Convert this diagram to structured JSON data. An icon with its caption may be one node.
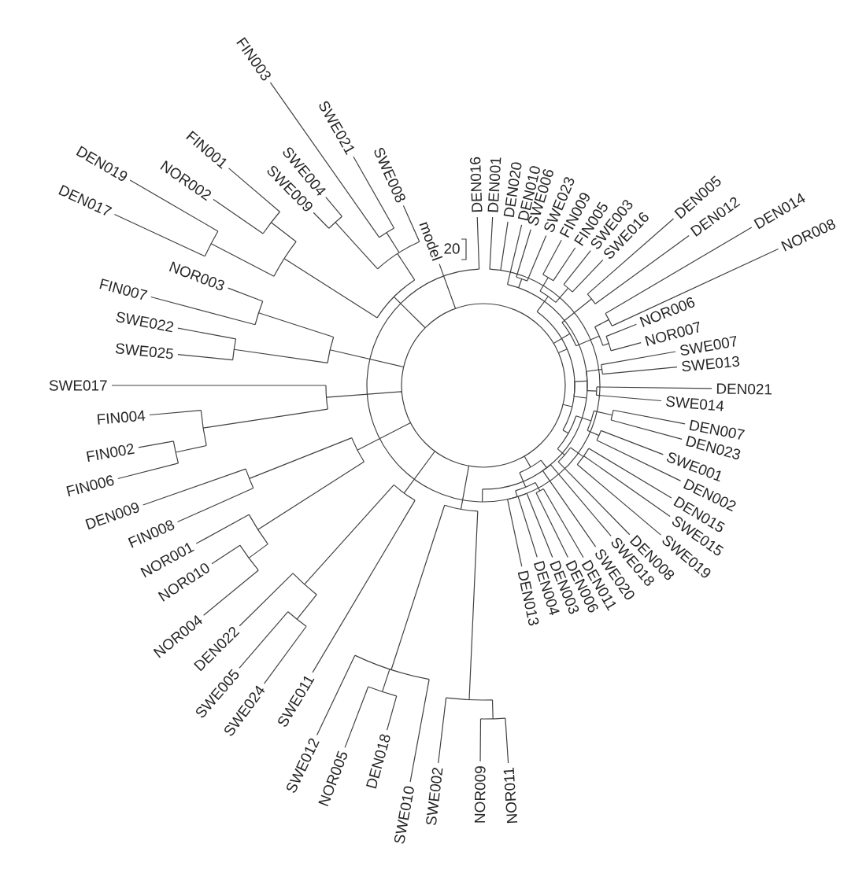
{
  "diagram": {
    "labels": [
      "model",
      "DEN016",
      "DEN001",
      "DEN020",
      "DEN010",
      "SWE006",
      "SWE023",
      "FIN009",
      "FIN005",
      "SWE003",
      "SWE016",
      "DEN005",
      "DEN012",
      "DEN014",
      "NOR008",
      "NOR006",
      "NOR007",
      "SWE007",
      "SWE013",
      "DEN021",
      "SWE014",
      "DEN007",
      "DEN023",
      "SWE001",
      "DEN002",
      "DEN015",
      "SWE015",
      "SWE019",
      "DEN008",
      "SWE018",
      "SWE020",
      "DEN011",
      "DEN006",
      "DEN003",
      "DEN004",
      "DEN013",
      "SWE008",
      "SWE021",
      "FIN003",
      "SWE004",
      "SWE009",
      "FIN001",
      "NOR002",
      "DEN019",
      "DEN017",
      "NOR003",
      "FIN007",
      "SWE022",
      "SWE025",
      "SWE017",
      "FIN004",
      "FIN002",
      "FIN006",
      "DEN009",
      "FIN008",
      "NOR001",
      "NOR010",
      "NOR004",
      "DEN022",
      "SWE005",
      "SWE024",
      "SWE011",
      "SWE012",
      "NOR005",
      "DEN018",
      "SWE010",
      "SWE002",
      "NOR009",
      "NOR011",
      "20"
    ]
  }
}
